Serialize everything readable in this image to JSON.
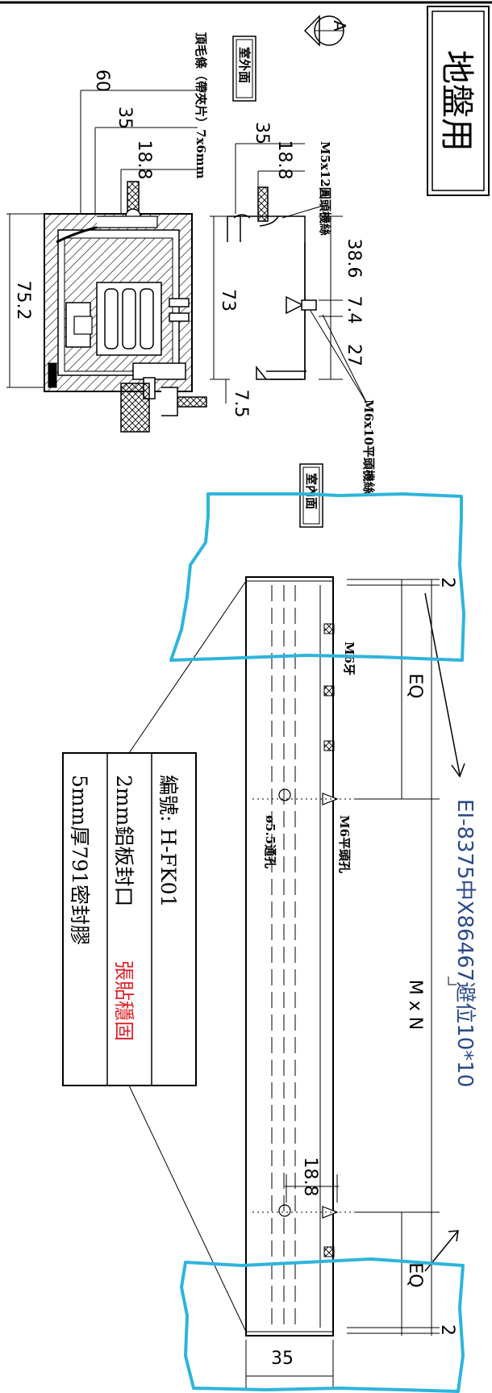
{
  "title": "地盤用",
  "section_marker": "A",
  "labels": {
    "outdoor_face": "室外面",
    "indoor_face": "室內面",
    "top_trim": "頂毛條（帶夾片）7x6mm",
    "screw_m5": "M5x12圓頭機絲",
    "screw_m6": "M6x10平頭機絲",
    "m6_tap": "M6牙",
    "m6_countersink": "M6平頭孔",
    "through_hole": "ø5.5通孔"
  },
  "dimensions": {
    "d60": "60",
    "d35_left": "35",
    "d18_8_left": "18.8",
    "d75_2": "75.2",
    "d35_mid": "35",
    "d18_8_mid": "18.8",
    "d73": "73",
    "d7_5": "7.5",
    "d38_6": "38.6",
    "d7_4": "7.4",
    "d27": "27",
    "d2_top": "2",
    "d2_bottom": "2",
    "eq_top": "EQ",
    "eq_bottom": "EQ",
    "mxn": "M x N",
    "d18_8_bottom": "18.8",
    "d35_bottom": "35"
  },
  "title_block": {
    "code": "編號:  H-FK01",
    "seal": "2mm鋁板封口",
    "seal_note": "張貼穩固",
    "gasket": "5mm厚791密封膠"
  },
  "annotation": {
    "text": "EI-8375中X86467避位10*10",
    "color": "#2a4a8a"
  },
  "colors": {
    "highlight": "#2eb4dc",
    "annotation_red": "#e0202a",
    "line": "#000000"
  }
}
